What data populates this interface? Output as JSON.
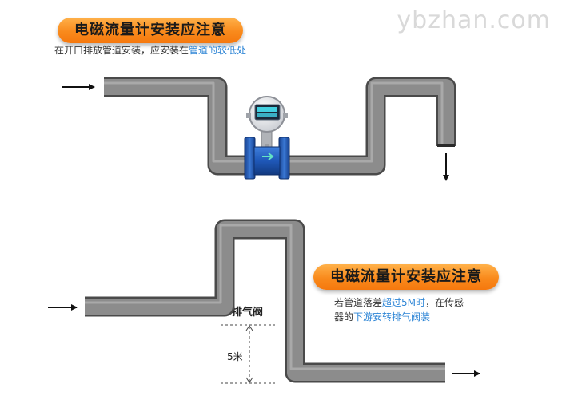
{
  "watermark": "ybzhan.com",
  "section_top": {
    "title": "电磁流量计安装应注意",
    "caption_plain": "在开口排放管道安装，应安装在",
    "caption_highlight": "管道的较低处"
  },
  "section_bottom": {
    "title": "电磁流量计安装应注意",
    "caption_line1_plain_a": "若管道落差",
    "caption_line1_highlight": "超过5M时",
    "caption_line1_plain_b": "，在传感",
    "caption_line2_plain": "器的",
    "caption_line2_highlight": "下游安转排气阀装"
  },
  "labels": {
    "vent_valve": "排气阀",
    "height": "5米"
  },
  "meter_display": "",
  "colors": {
    "pipe": "#8a8a8a",
    "pipe_dark": "#4a4a4a",
    "meter_blue": "#1f58b8",
    "title_orange": "#f98a1c",
    "highlight": "#2f86d6"
  }
}
